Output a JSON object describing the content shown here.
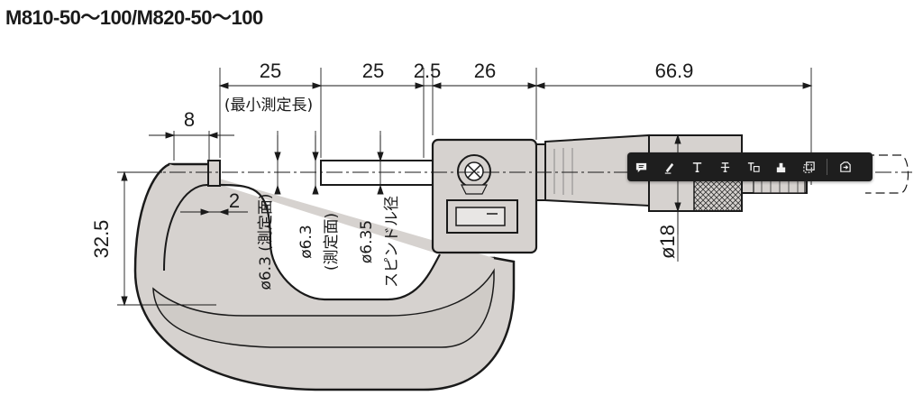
{
  "title": "M810-50～100/M820-50～100",
  "dimensions": {
    "top": [
      "25",
      "25",
      "2.5",
      "26",
      "66.9"
    ],
    "min_length_note": "(最小測定長)",
    "anvil_width": "8",
    "gap": "2",
    "height": "32.5",
    "thimble_diameter": "ø18"
  },
  "vertical_labels": {
    "anvil_face": "ø6.3 (測定面)",
    "spindle_face_value": "ø6.3",
    "spindle_face_note": "(測定面)",
    "spindle_diameter_value": "ø6.35",
    "spindle_diameter_note": "スピンドル径"
  },
  "toolbar": {
    "tools": [
      "comment-icon",
      "highlight-icon",
      "text-icon",
      "text-strike-icon",
      "text-box-icon",
      "stamp-icon",
      "crop-icon",
      "export-icon"
    ]
  }
}
